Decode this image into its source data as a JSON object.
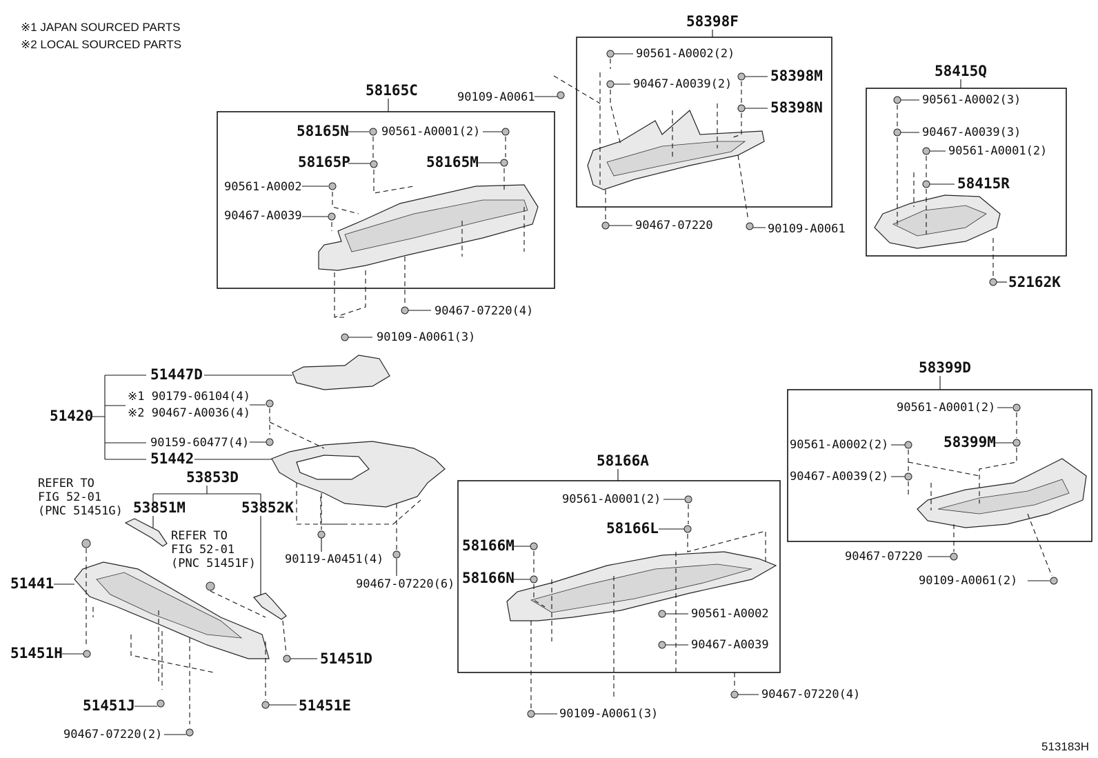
{
  "notes": {
    "n1": "※1  JAPAN SOURCED PARTS",
    "n2": "※2  LOCAL SOURCED PARTS"
  },
  "figure_id": "513183H",
  "groups": {
    "g58165C": {
      "title": "58165C",
      "items": [
        "58165N",
        "90561-A0001(2)",
        "58165P",
        "58165M",
        "90561-A0002",
        "90467-A0039"
      ],
      "outside": [
        "90467-07220(4)",
        "90109-A0061(3)"
      ]
    },
    "g58398F": {
      "title": "58398F",
      "items": [
        "90561-A0002(2)",
        "90467-A0039(2)",
        "58398M",
        "58398N"
      ],
      "outside": [
        "90109-A0061",
        "90467-07220",
        "90109-A0061"
      ]
    },
    "g58415Q": {
      "title": "58415Q",
      "items": [
        "90561-A0002(3)",
        "90467-A0039(3)",
        "90561-A0001(2)",
        "58415R"
      ],
      "outside": [
        "52162K"
      ]
    },
    "g51420": {
      "title": "51420",
      "items": [
        "51447D",
        "※1 90179-06104(4)",
        "※2 90467-A0036(4)",
        "90159-60477(4)",
        "51442"
      ],
      "outside": [
        "90119-A0451(4)",
        "90467-07220(6)"
      ]
    },
    "g53853D": {
      "title": "53853D",
      "items": [
        "53851M",
        "53852K"
      ],
      "refer1": [
        "REFER TO",
        "FIG 52-01",
        "(PNC 51451G)"
      ],
      "refer2": [
        "REFER TO",
        "FIG 52-01",
        "(PNC 51451F)"
      ]
    },
    "g51441": {
      "items": [
        "51441",
        "51451H",
        "51451J",
        "90467-07220(2)",
        "51451E",
        "51451D"
      ]
    },
    "g58166A": {
      "title": "58166A",
      "items": [
        "90561-A0001(2)",
        "58166L",
        "58166M",
        "58166N",
        "90561-A0002",
        "90467-A0039"
      ],
      "outside": [
        "90109-A0061(3)",
        "90467-07220(4)"
      ]
    },
    "g58399D": {
      "title": "58399D",
      "items": [
        "90561-A0001(2)",
        "90561-A0002(2)",
        "58399M",
        "90467-A0039(2)"
      ],
      "outside": [
        "90467-07220",
        "90109-A0061(2)"
      ]
    }
  }
}
